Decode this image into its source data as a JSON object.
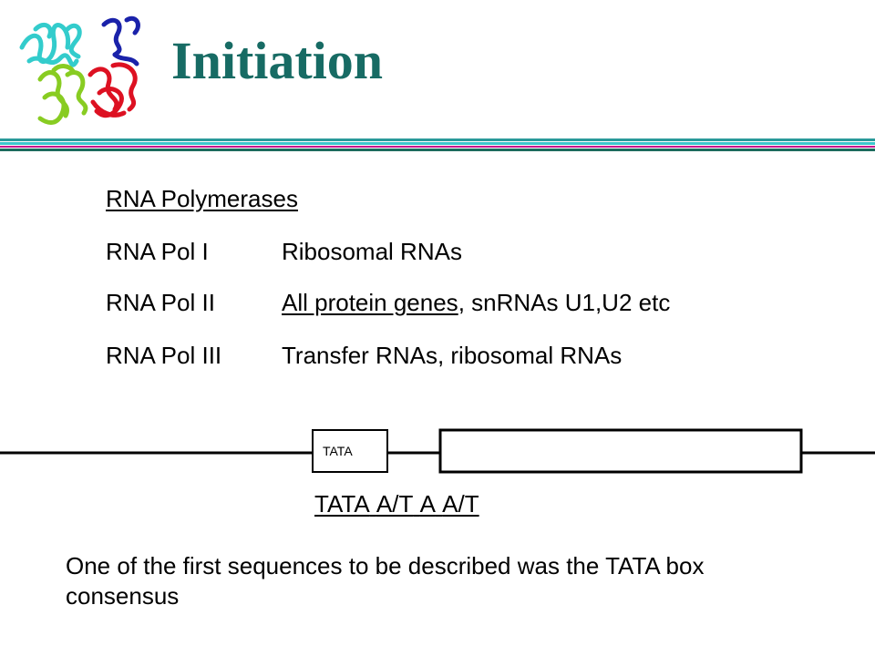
{
  "slide": {
    "title": "Initiation"
  },
  "polymerases": {
    "heading": "RNA Polymerases",
    "rows": [
      {
        "name": "RNA Pol I",
        "products_underlined": "",
        "products": "Ribosomal RNAs"
      },
      {
        "name": "RNA Pol II",
        "products_underlined": "All protein genes",
        "products": ", snRNAs U1,U2 etc"
      },
      {
        "name": "RNA Pol III",
        "products_underlined": "",
        "products": "Transfer RNAs, ribosomal RNAs"
      }
    ]
  },
  "diagram": {
    "box_label": "TATA",
    "consensus_parts": [
      "TATA",
      "A/T",
      "A",
      "A/T"
    ]
  },
  "footnote": {
    "text": "One of the first sequences to be described was the TATA box consensus"
  },
  "colors": {
    "title": "#176b64",
    "rule_teal": "#2a9a9a",
    "rule_cyan": "#3cc7cc",
    "rule_magenta": "#c4148c",
    "rule_green": "#1b6b5c"
  }
}
